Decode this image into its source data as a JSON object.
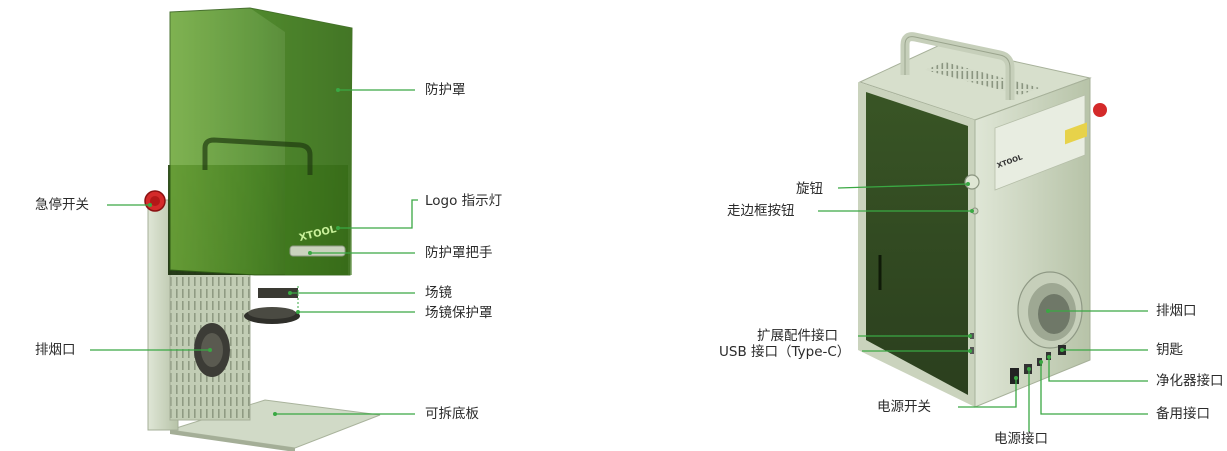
{
  "front_view": {
    "labels": {
      "shield": "防护罩",
      "emergency_stop": "急停开关",
      "logo_light": "Logo 指示灯",
      "shield_handle": "防护罩把手",
      "field_lens": "场镜",
      "lens_cover": "场镜保护罩",
      "exhaust": "排烟口",
      "base_plate": "可拆底板"
    },
    "brand": "XTOOL"
  },
  "back_view": {
    "labels": {
      "knob": "旋钮",
      "frame_button": "走边框按钮",
      "accessory_port": "扩展配件接口",
      "usb_port": "USB 接口（Type-C）",
      "exhaust": "排烟口",
      "key": "钥匙",
      "purifier_port": "净化器接口",
      "power_switch": "电源开关",
      "power_port": "电源接口",
      "spare_port": "备用接口"
    },
    "brand": "XTOOL"
  },
  "colors": {
    "callout_line": "#3aa843",
    "shield_green": "#4f8a2a",
    "body_sage": "#c9d4bd",
    "emergency_red": "#d42a2a",
    "text": "#2b2b2b"
  }
}
